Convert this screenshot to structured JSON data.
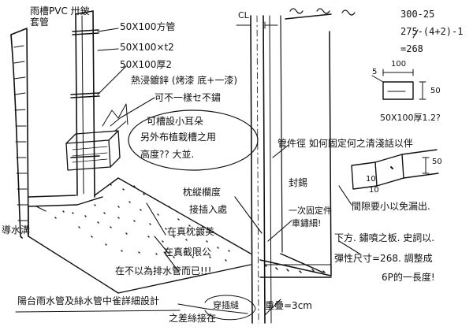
{
  "labels": {
    "top_left_pipe": "雨槽PVC 卅鈹 套管",
    "pipe_size": "50X100方管",
    "plate_1": "50X100×t2",
    "plate_2": "50X100厚2",
    "galvanize": "熱浸鍍鋅 (烤漆 底+一漆)",
    "welded_lamp": "可不一樣セ不鏽",
    "bubble_1": "可槽設小耳朵",
    "bubble_2": "另外布植栽槽之用",
    "bubble_3": "高度?? 大並.",
    "drain_ditch": "導水溝",
    "ridge_beauty": "在真枕鍍美",
    "drainage_safe": "在真截限公",
    "slope_note": "在不以為排水管而已!!!",
    "bottom_caption_1": "陽台雨水管及絲水管中雀詳細設計",
    "bottom_caption_2": "之差絲接在",
    "seam": "穿插縫",
    "cl": "CL",
    "calc_1": "300-25",
    "calc_2": "275-(4+2)-1",
    "calc_3": "=268",
    "dim_100": "100",
    "dim_5": "5",
    "dim_50": "50",
    "section_note": "50X100厚1.2?",
    "right_note": "管件徑 如何固定何之清淺話以伴",
    "right_dim_50": "50",
    "right_dim_10": "10",
    "right_dim_10b": "10",
    "frame_note_1": "枕縱欄度",
    "frame_note_2": "接插入處",
    "seal": "封錫",
    "once_fix_1": "一次固定件",
    "once_fix_2": "車鏽細!",
    "gap_note": "間隙要小以免漏出.",
    "bottom_right_1": "下方. 鏽噴之板. 史詞以.",
    "bottom_right_2": "彈性尺寸=268. 調整成",
    "bottom_right_3": "6P的一長度!",
    "overlap": "重疊=3cm"
  }
}
